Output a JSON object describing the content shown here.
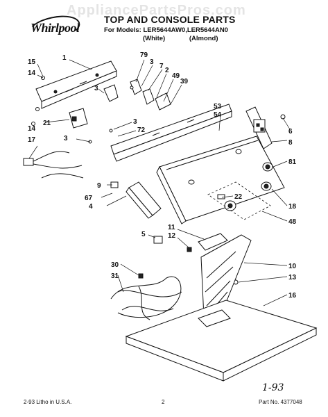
{
  "header": {
    "watermark": "AppliancePartsPros.com",
    "brand": "Whirlpool",
    "title": "TOP AND CONSOLE PARTS",
    "models": "For Models: LER5644AW0,LER5644AN0",
    "color_white": "(White)",
    "color_almond": "(Almond)"
  },
  "callouts": [
    "1",
    "79",
    "3",
    "7",
    "2",
    "49",
    "39",
    "15",
    "14",
    "3",
    "53",
    "54",
    "6",
    "14",
    "21",
    "3",
    "72",
    "8",
    "17",
    "3",
    "81",
    "9",
    "22",
    "67",
    "4",
    "18",
    "48",
    "11",
    "12",
    "5",
    "10",
    "30",
    "13",
    "31",
    "16"
  ],
  "footer": {
    "left": "2-93  Litho in U.S.A.",
    "page": "2",
    "part_no": "Part No. 4377048"
  },
  "handwritten_note": "1-93"
}
